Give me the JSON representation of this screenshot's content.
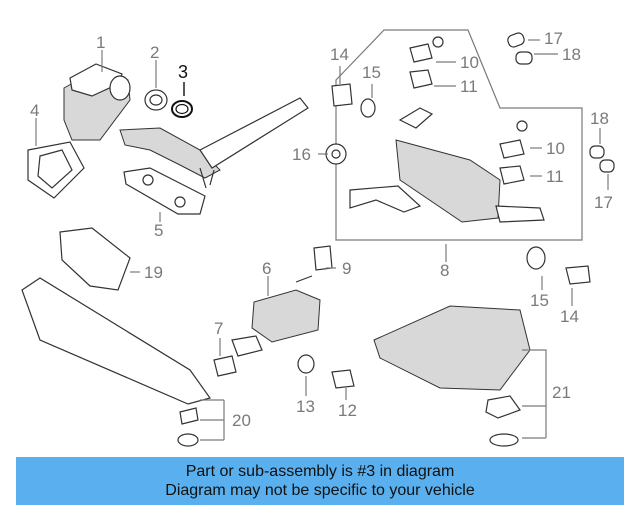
{
  "labels": {
    "l1": "1",
    "l2": "2",
    "l3": "3",
    "l4": "4",
    "l5": "5",
    "l6": "6",
    "l7": "7",
    "l8": "8",
    "l9": "9",
    "l10a": "10",
    "l10b": "10",
    "l11a": "11",
    "l11b": "11",
    "l12": "12",
    "l13": "13",
    "l14a": "14",
    "l14b": "14",
    "l15a": "15",
    "l15b": "15",
    "l16": "16",
    "l17a": "17",
    "l17b": "17",
    "l18a": "18",
    "l18b": "18",
    "l19": "19",
    "l20": "20",
    "l21": "21"
  },
  "highlighted_part": "3",
  "banner": {
    "line1": "Part or sub-assembly is #3 in diagram",
    "line2": "Diagram may not be specific to your vehicle"
  }
}
